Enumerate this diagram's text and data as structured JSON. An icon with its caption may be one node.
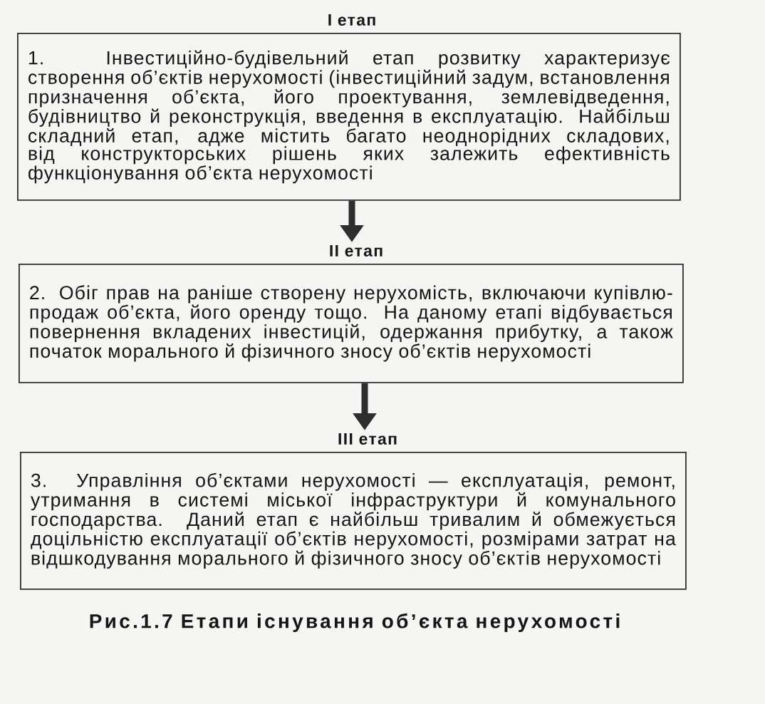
{
  "diagram": {
    "caption": "Рис.1.7 Етапи існування об’єкта нерухомості",
    "nodes": [
      {
        "text": [
          "I етап",
          "1. Інвестиційно-будівельний етап розвитку характеризує створення об’єктів нерухомості (інвестиційний задум, встановлення призначення об’єкта, його проектування, землевідведення, будівництво й реконструкція, введення в експлуатацію. Найбільш складний етап, адже містить багато неоднорідних складових, від конструкторських рішень яких залежить ефективність функціонування об’єкта нерухомості"
        ]
      },
      {
        "text": [
          "II етап",
          "2. Обіг прав на раніше створену нерухомість, включаючи купівлю-продаж об’єкта, його оренду тощо. На даному етапі відбувається повернення вкладених інвестицій, одержання прибутку, а також початок морального й фізичного зносу об’єктів нерухомості"
        ]
      },
      {
        "text": [
          "III етап",
          "3. Управління об’єктами нерухомості — експлуатація, ремонт, утримання в системі міської інфраструктури й комунального господарства. Даний етап є найбільш тривалим й обмежується доцільністю експлуатації об’єктів нерухомості, розмірами затрат на відшкодування морального й фізичного зносу об’єктів нерухомості"
        ]
      }
    ],
    "edges": [
      {
        "from": 0,
        "to": 1,
        "arrow": "to"
      },
      {
        "from": 1,
        "to": 2,
        "arrow": "to"
      }
    ]
  }
}
